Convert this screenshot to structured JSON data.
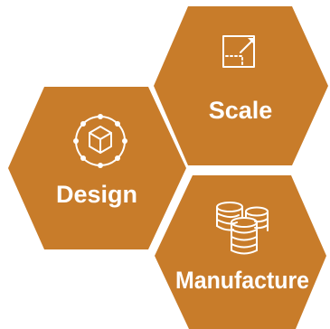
{
  "colors": {
    "hexagon_fill": "#C87C2A",
    "label_color": "#FFFFFF",
    "background": "#FFFFFF"
  },
  "hexagons": [
    {
      "label": "Scale",
      "icon": "scale-arrow-icon"
    },
    {
      "label": "Design",
      "icon": "cube-network-icon"
    },
    {
      "label": "Manufacture",
      "icon": "stacked-coins-icon"
    }
  ]
}
